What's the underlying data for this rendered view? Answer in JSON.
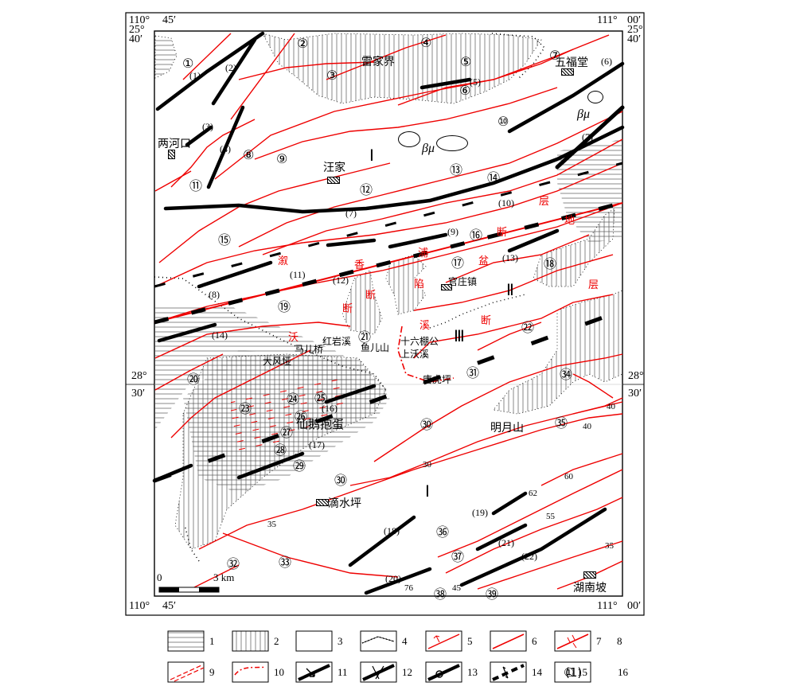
{
  "frame": {
    "top_left_lon": "110°",
    "top_left_lon_min": "45′",
    "top_left_lat": "25°",
    "top_left_lat_min": "40′",
    "top_right_lon": "111°",
    "top_right_lon_min": "00′",
    "top_right_lat": "25°",
    "top_right_lat_min": "40′",
    "mid_left_lat": "28°",
    "mid_left_lat_min": "30′",
    "mid_right_lat": "28°",
    "mid_right_lat_min": "30′",
    "bottom_left_lon": "110°",
    "bottom_left_lon_min": "45′",
    "bottom_right_lon": "111°",
    "bottom_right_lon_min": "00′"
  },
  "places": {
    "leijiajie": "雷家界",
    "wufutang": "五福堂",
    "lianghekou": "两河口",
    "wangjia": "汪家",
    "guanzhuangzhen": "官庄镇",
    "hongyanxi": "红岩溪",
    "yuershan": "鱼儿山",
    "shiliubagong": "十六棚公",
    "shangwoxi": "上沃溪",
    "tanghuping": "唐虎坪",
    "dafengya": "大风垭",
    "maerqiao": "马儿桥",
    "xianebaodan": "仙鹅抱蛋",
    "mingyueshan": "明月山",
    "dishuiping": "滴水坪",
    "hunanpo": "湖南坡"
  },
  "symbols": {
    "beta_mu_1": "βμ",
    "beta_mu_2": "βμ",
    "roman_1_upper": "Ⅰ",
    "roman_2": "Ⅱ",
    "roman_3": "Ⅲ",
    "roman_1_lower": "Ⅰ"
  },
  "red_text": [
    "层",
    "地",
    "断",
    "溆",
    "浦",
    "盆",
    "陷",
    "断",
    "层",
    "断",
    "溪",
    "断",
    "沃",
    "香"
  ],
  "circled_numbers": [
    "①",
    "②",
    "③",
    "④",
    "⑤",
    "⑥",
    "⑦",
    "⑧",
    "⑨",
    "⑩",
    "⑪",
    "⑫",
    "⑬",
    "⑭",
    "⑮",
    "⑯",
    "⑰",
    "⑱",
    "⑲",
    "⑳",
    "㉑",
    "㉒",
    "㉓",
    "㉔",
    "㉕",
    "㉖",
    "㉗",
    "㉘",
    "㉙",
    "㉚",
    "㉚",
    "㉛",
    "㉜",
    "㉝",
    "㉞",
    "㉟",
    "㊱",
    "㊲",
    "㊳",
    "㊴"
  ],
  "paren_numbers": [
    "(1)",
    "(2)",
    "(3)",
    "(4)",
    "(5)",
    "(6)",
    "(7)",
    "(7)",
    "(8)",
    "(9)",
    "(10)",
    "(11)",
    "(12)",
    "(13)",
    "(14)",
    "(16)",
    "(17)",
    "(18)",
    "(19)",
    "(20)",
    "(21)",
    "(22)"
  ],
  "dips": [
    "30",
    "40",
    "40",
    "62",
    "60",
    "55",
    "35",
    "35",
    "76",
    "45"
  ],
  "scale": {
    "zero": "0",
    "label": "3 km"
  },
  "legend": [
    {
      "num": "1",
      "icon": "horizontal-hatch"
    },
    {
      "num": "2",
      "icon": "vertical-hatch"
    },
    {
      "num": "3",
      "icon": "blank-box"
    },
    {
      "num": "4",
      "icon": "dotted-boundary"
    },
    {
      "num": "5",
      "icon": "red-fault-arrow"
    },
    {
      "num": "6",
      "icon": "red-line"
    },
    {
      "num": "7",
      "icon": "red-thrust-fault"
    },
    {
      "num": "8",
      "icon": "black-red-dashed-fault"
    },
    {
      "num": "9",
      "icon": "red-dashed-double"
    },
    {
      "num": "10",
      "icon": "red-dash-dot-curve"
    },
    {
      "num": "11",
      "icon": "anticline-arrow"
    },
    {
      "num": "12",
      "icon": "syncline-cross"
    },
    {
      "num": "13",
      "icon": "overturned-fold"
    },
    {
      "num": "14",
      "icon": "inferred-fold"
    },
    {
      "num": "15",
      "icon": "circled-number",
      "sample": "①"
    },
    {
      "num": "16",
      "icon": "paren-number",
      "sample": "(1)"
    }
  ]
}
